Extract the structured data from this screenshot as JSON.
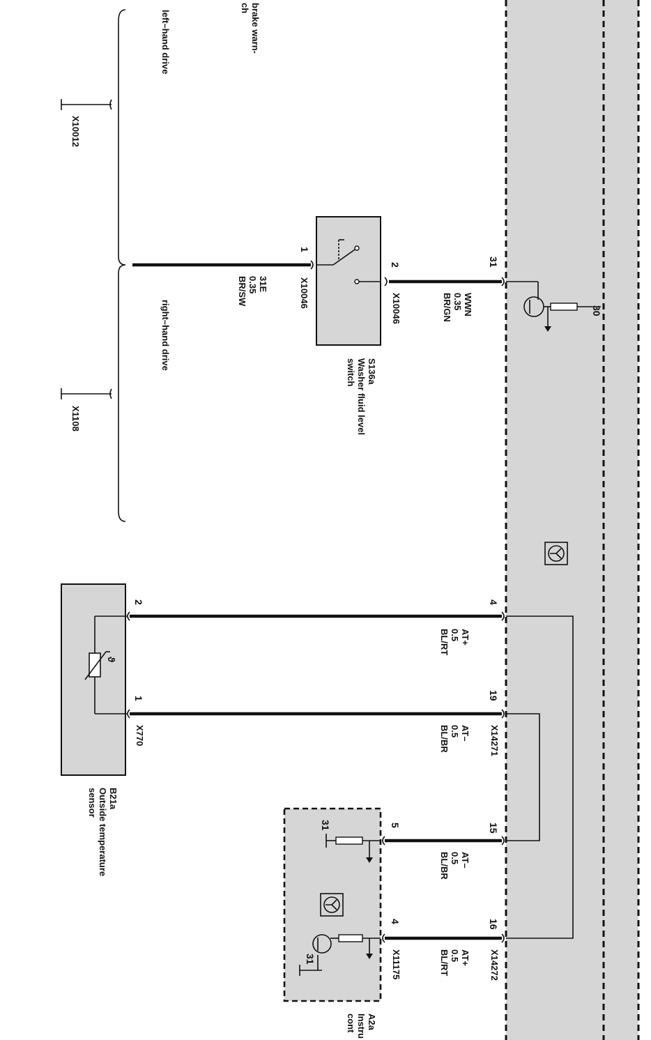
{
  "text": {
    "top_fragment_1": "brake warn-",
    "top_fragment_2": "ch",
    "left_hand_drive": "left–hand drive",
    "right_hand_drive": "right–hand drive",
    "ground_lhd": "X10012",
    "ground_rhd": "X1108",
    "bus_pin_30": "30",
    "a2a_label": "A2a",
    "a2a_desc_1": "Instru",
    "a2a_desc_2": "cont"
  },
  "switch": {
    "id": "S136a",
    "desc_1": "Washer fluid level",
    "desc_2": "switch",
    "pin_1": "1",
    "pin_2": "2",
    "connector_left": "X10046",
    "connector_right": "X10046"
  },
  "sensor": {
    "id": "B21a",
    "desc_1": "Outside temperature",
    "desc_2": "sensor",
    "connector": "X770",
    "pin_2": "2",
    "pin_1": "1",
    "symbol": "ϑ"
  },
  "module_pins": {
    "pin_31": "31",
    "pin_4": "4",
    "pin_19": "19",
    "pin_15": "15",
    "pin_16": "16",
    "connector_a": "X14271",
    "connector_b": "X14272",
    "a2a_pin_5": "5",
    "a2a_pin_4": "4",
    "a2a_connector": "X11175",
    "a2a_gnd_1": "31",
    "a2a_gnd_2": "31"
  },
  "wires": {
    "w31e": {
      "signal": "31E",
      "size": "0.35",
      "color": "BR/SW"
    },
    "wwn": {
      "signal": "WWN",
      "size": "0.35",
      "color": "BR/GN"
    },
    "at_plus_1": {
      "signal": "AT+",
      "size": "0.5",
      "color": "BL/RT"
    },
    "at_minus_1": {
      "signal": "AT–",
      "size": "0.5",
      "color": "BL/BR"
    },
    "at_minus_2": {
      "signal": "AT–",
      "size": "0.5",
      "color": "BL/BR"
    },
    "at_plus_2": {
      "signal": "AT+",
      "size": "0.5",
      "color": "BL/RT"
    }
  }
}
